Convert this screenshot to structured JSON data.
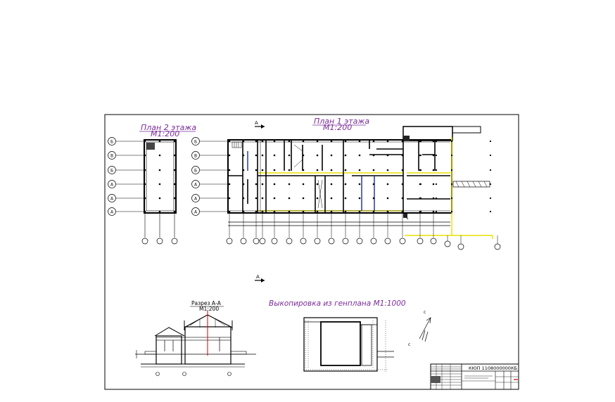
{
  "titles": {
    "plan2": "План 2 этажа",
    "plan2_scale": "М1:200",
    "plan1": "План 1 этажа",
    "plan1_scale": "М1:200",
    "section": "Разрез А-А",
    "section_scale": "М1:200",
    "genplan": "Выкопировка из генплана М1:1000"
  },
  "section_marks": [
    "А",
    "А"
  ],
  "row_labels": [
    "Б",
    "В",
    "Б",
    "А",
    "А",
    "А"
  ],
  "stamp_code": "КЮП 1108000000КБ",
  "colors": {
    "line": "#000000",
    "title": "#7a2a9a",
    "yellow": "#e8e000",
    "blue": "#1a2a9a",
    "red": "#d00000"
  }
}
